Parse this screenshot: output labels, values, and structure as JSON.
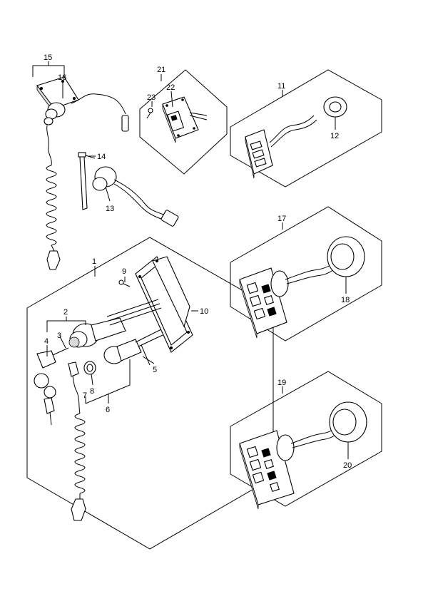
{
  "callouts": {
    "c1": "1",
    "c2": "2",
    "c3": "3",
    "c4": "4",
    "c5": "5",
    "c6": "6",
    "c7": "7",
    "c8": "8",
    "c9": "9",
    "c10": "10",
    "c11": "11",
    "c12": "12",
    "c13": "13",
    "c14": "14",
    "c15": "15",
    "c16": "16",
    "c17": "17",
    "c18": "18",
    "c19": "19",
    "c20": "20",
    "c21": "21",
    "c22": "22",
    "c23": "23"
  },
  "icons": {
    "key_switch": "key-switch-icon",
    "lanyard": "lanyard-cord-icon",
    "panel_switch": "panel-switch-icon",
    "grommet": "grommet-ring-icon"
  }
}
